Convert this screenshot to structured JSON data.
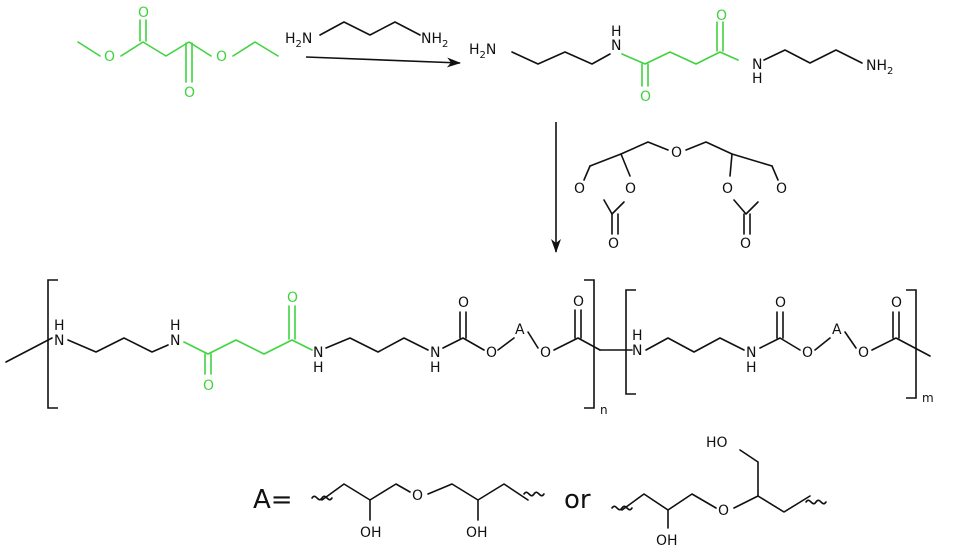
{
  "colors": {
    "ink": "#111111",
    "accent": "#3fd43f"
  },
  "atoms": {
    "O": "O",
    "N": "N",
    "H": "H",
    "OH": "OH",
    "H2N_H": "H",
    "H2N_2": "2",
    "H2N_N": "N",
    "NH2_N": "NH",
    "NH2_2": "2",
    "A": "A"
  },
  "labels": {
    "A_def": "A=",
    "or": "or",
    "n": "n",
    "m": "m"
  }
}
